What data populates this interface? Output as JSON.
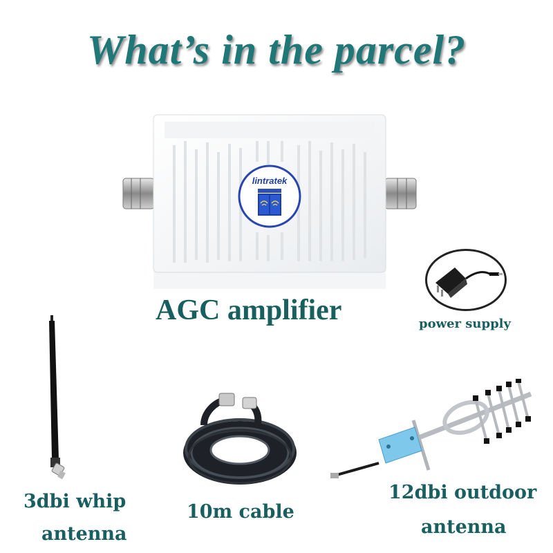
{
  "title": "What’s in the parcel?",
  "items": {
    "amplifier": {
      "label": "AGC amplifier",
      "brand": "lintratek",
      "icon": "amplifier-device"
    },
    "power_supply": {
      "label": "power supply",
      "icon": "power-adapter"
    },
    "whip_antenna": {
      "label_line1": "3dbi whip",
      "label_line2": "antenna",
      "icon": "whip-antenna"
    },
    "cable": {
      "label": "10m cable",
      "icon": "coaxial-cable-coil"
    },
    "outdoor_antenna": {
      "label_line1": "12dbi outdoor",
      "label_line2": "antenna",
      "icon": "yagi-antenna"
    }
  },
  "colors": {
    "title": "#1f7777",
    "labels": "#1a5f60",
    "brand": "#1f3fa0"
  }
}
